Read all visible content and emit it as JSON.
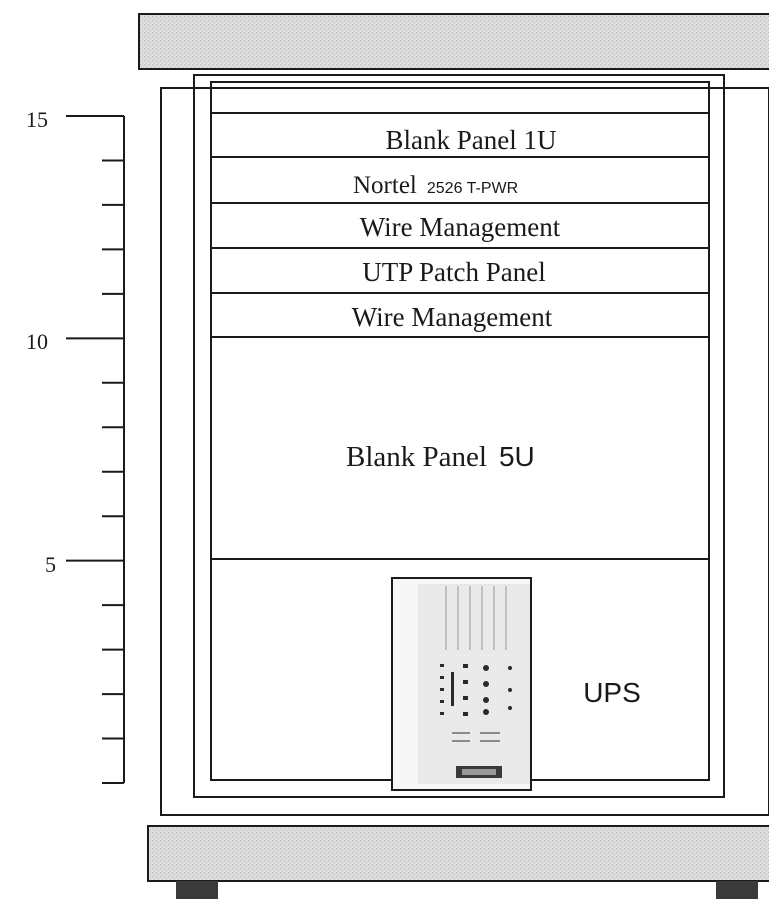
{
  "scale": {
    "labels": [
      "15",
      "10",
      "5"
    ]
  },
  "panels": {
    "blank_1u": "Blank Panel 1U",
    "nortel_brand": "Nortel",
    "nortel_model": "2526 T-PWR",
    "wire_mgmt_top": "Wire Management",
    "utp_patch_panel": "UTP Patch Panel",
    "wire_mgmt_bottom": "Wire Management",
    "blank_5u_text": "Blank Panel",
    "blank_5u_size": "5U",
    "ups_label": "UPS"
  },
  "colors": {
    "frame_fill": "#d6d6d6",
    "foot_fill": "#3a3a3a",
    "line": "#1a1a1a"
  }
}
